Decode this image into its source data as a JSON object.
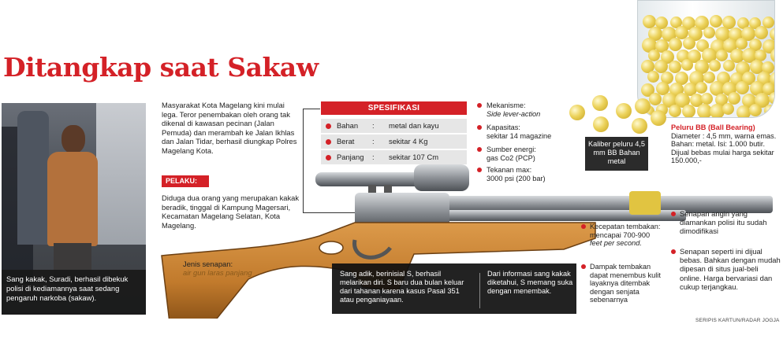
{
  "title": "Ditangkap saat Sakaw",
  "photo_caption": "Sang kakak, Suradi, berhasil dibekuk polisi di kediamannya saat sedang pengaruh narkoba (sakaw).",
  "intro": "Masyarakat Kota Magelang kini mulai lega. Teror penembakan oleh orang tak dikenal di kawasan pecinan (Jalan Pemuda) dan merambah ke Jalan Ikhlas dan Jalan Tidar, berhasil diungkap Polres Magelang Kota.",
  "pelaku": {
    "tag": "PELAKU:",
    "text": "Diduga dua orang yang merupakan kakak beradik, tinggal di Kampung Magersari, Kecamatan Magelang Selatan, Kota Magelang."
  },
  "spesifikasi": {
    "heading": "SPESIFIKASI",
    "rows": [
      {
        "label": "Bahan",
        "sep": ":",
        "value": "metal dan kayu"
      },
      {
        "label": "Berat",
        "sep": ":",
        "value": "sekitar 4 Kg"
      },
      {
        "label": "Panjang",
        "sep": ":",
        "value": "sekitar 107 Cm"
      }
    ]
  },
  "mekanisme": {
    "items": [
      {
        "label": "Mekanisme:",
        "value": "Side lever-action"
      },
      {
        "label": "Kapasitas:",
        "value": "sekitar 14 magazine"
      },
      {
        "label": "Sumber energi:",
        "value": "gas Co2 (PCP)"
      },
      {
        "label": "Tekanan max:",
        "value": "3000 psi (200 bar)"
      }
    ]
  },
  "caliber": "Kaliber peluru 4,5 mm BB Bahan metal",
  "peluru": {
    "title": "Peluru BB (Ball Bearing)",
    "text": "Diameter : 4,5 mm, warna emas. Bahan: metal. Isi: 1.000 butir. Dijual bebas mulai harga sekitar 150.000,-"
  },
  "right_notes": [
    "Senapan angin yang diamankan polisi itu sudah dimodifikasi",
    "Senapan seperti ini dijual bebas. Bahkan dengan mudah dipesan di situs jual-beli online. Harga bervariasi dan cukup terjangkau."
  ],
  "kecepatan": {
    "label": "Kecepatan tembakan:",
    "value": "mencapai 700-900",
    "unit": "feet per second."
  },
  "dampak": "Dampak tembakan dapat menembus kulit layaknya ditembak dengan senjata sebenarnya",
  "black_box": {
    "left": "Sang adik, berinisial S, berhasil melarikan diri. S baru dua bulan keluar dari tahanan karena kasus Pasal 351 atau penganiayaan.",
    "right": "Dari informasi sang kakak diketahui, S memang suka dengan menembak."
  },
  "jenis": {
    "label": "Jenis senapan:",
    "value": "air gun laras panjang"
  },
  "credit": "SERIPIS KARTUN/RADAR JOGJA",
  "colors": {
    "accent": "#d42127",
    "stock": "#c17a2c",
    "metal": "#8e9297"
  }
}
